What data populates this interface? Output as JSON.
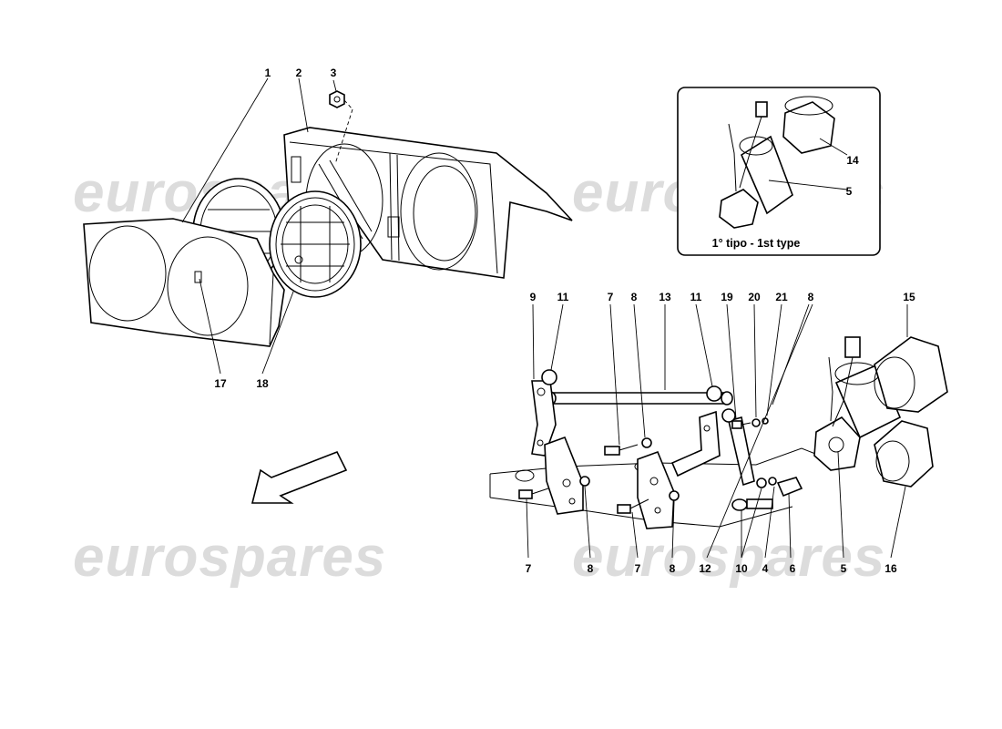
{
  "watermark": "eurospares",
  "inset": {
    "caption": "1° tipo - 1st type"
  },
  "callouts": {
    "c1": "1",
    "c2": "2",
    "c3": "3",
    "c17": "17",
    "c18": "18",
    "c14": "14",
    "c5i": "5",
    "c9": "9",
    "c11a": "11",
    "c7a": "7",
    "c8a": "8",
    "c13": "13",
    "c11b": "11",
    "c19": "19",
    "c20": "20",
    "c21": "21",
    "c8b": "8",
    "c15": "15",
    "c7b": "7",
    "c8c": "8",
    "c7c": "7",
    "c8d": "8",
    "c12": "12",
    "c10": "10",
    "c4": "4",
    "c6": "6",
    "c5": "5",
    "c16": "16"
  },
  "colors": {
    "ink": "#000000",
    "watermark": "#dcdcdc",
    "background": "#ffffff"
  },
  "icons": {
    "direction": "arrow-forward-icon"
  }
}
